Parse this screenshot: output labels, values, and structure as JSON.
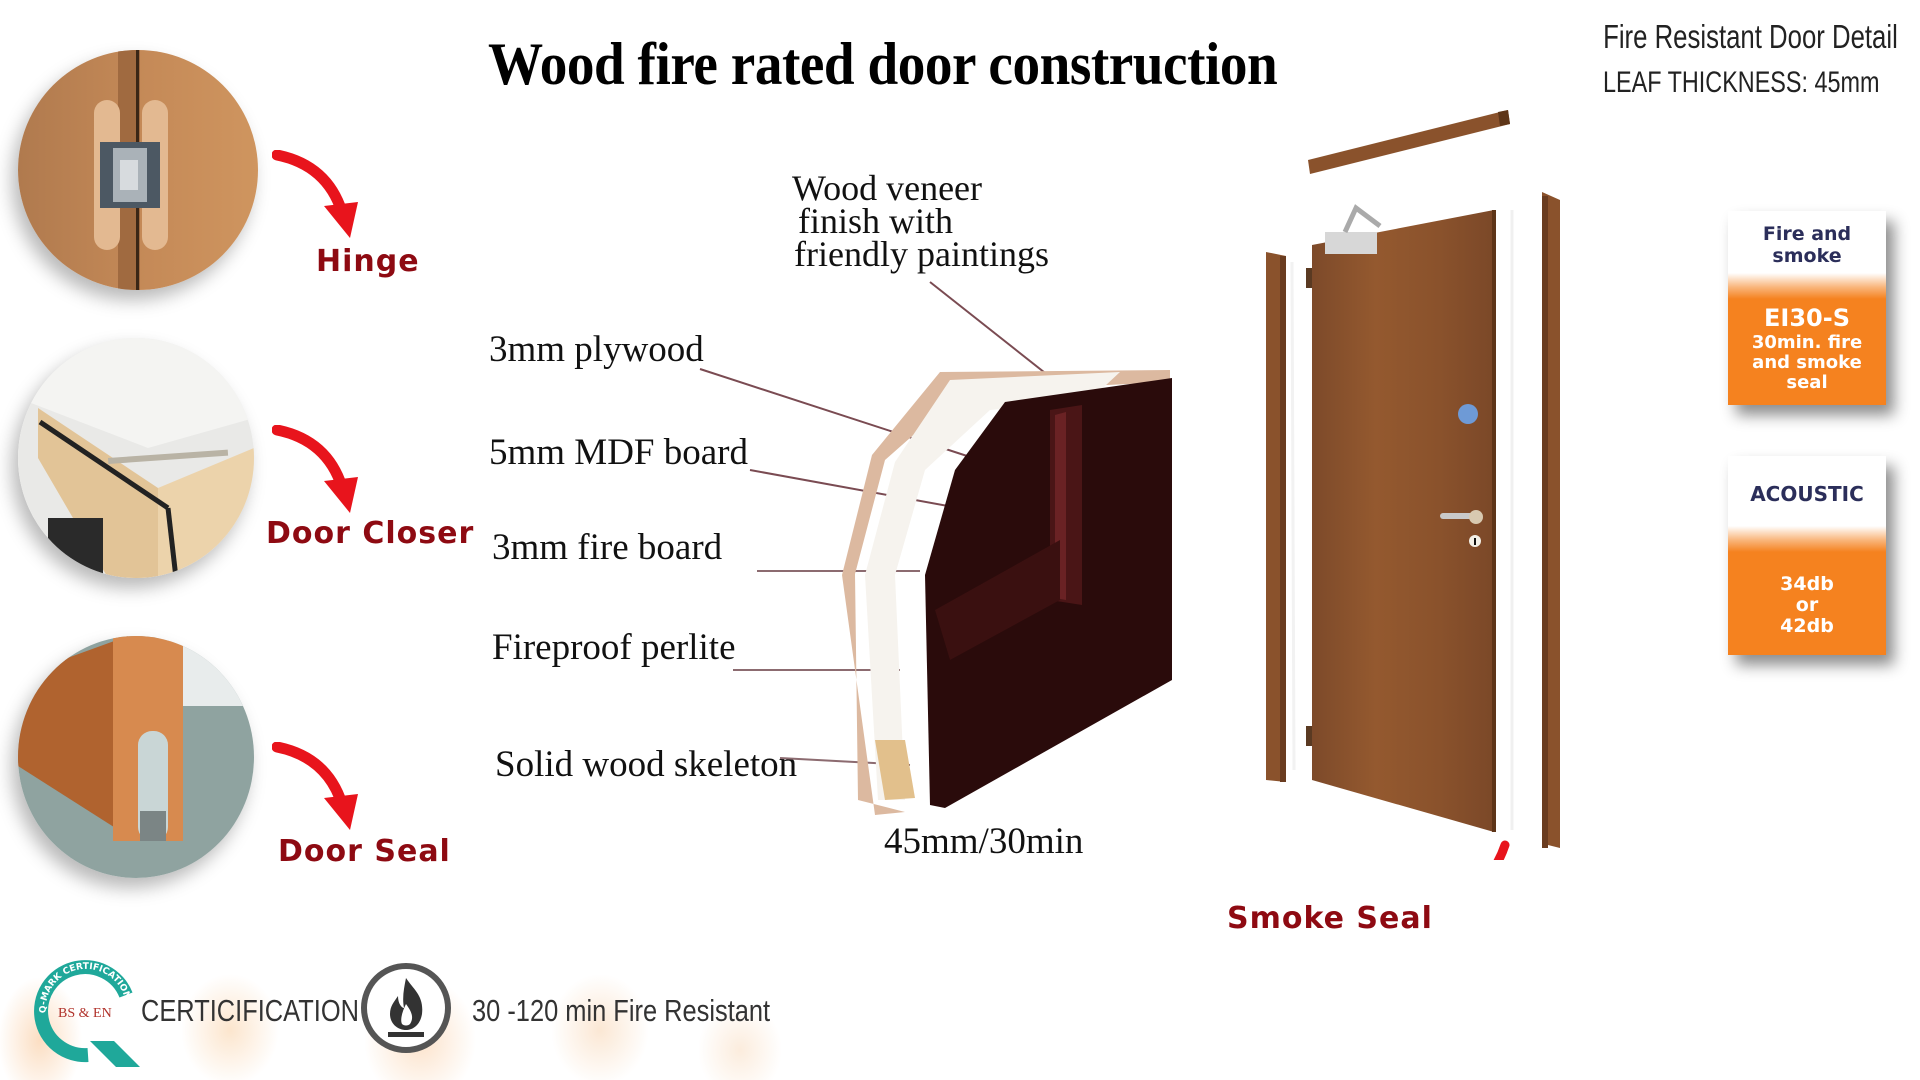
{
  "title": "Wood fire rated door construction",
  "header_right": {
    "line1": "Fire Resistant Door Detail",
    "line2": "LEAF THICKNESS: 45mm"
  },
  "features": [
    {
      "label": "Hinge",
      "icon": "hinge-photo"
    },
    {
      "label": "Door Closer",
      "icon": "door-closer-photo"
    },
    {
      "label": "Door Seal",
      "icon": "door-seal-photo"
    }
  ],
  "layers": {
    "veneer": [
      "Wood veneer",
      "finish with",
      "friendly paintings"
    ],
    "items": [
      "3mm plywood",
      "5mm MDF board",
      "3mm fire board",
      "Fireproof perlite",
      "Solid wood skeleton"
    ],
    "thickness_caption": "45mm/30min"
  },
  "door": {
    "smoke_seal_label": "Smoke Seal"
  },
  "cards": [
    {
      "heading": [
        "Fire and",
        "smoke"
      ],
      "rating": "EI30-S",
      "detail": [
        "30min. fire",
        "and smoke",
        "seal"
      ]
    },
    {
      "heading": [
        "ACOUSTIC"
      ],
      "rating": "",
      "detail": [
        "34db",
        "or",
        "42db"
      ]
    }
  ],
  "footer": {
    "logo_arc_text": "Q-MARK CERTIFICATION",
    "logo_inner_text": "BS & EN",
    "certification_label": "CERTICIFICATION",
    "fire_resistance_label": "30 -120 min Fire Resistant"
  },
  "colors": {
    "label_red": "#8e0a12",
    "arrow_red": "#e8141c",
    "card_orange": "#f5821f",
    "card_heading": "#2b2e5a",
    "wood": "#8a5230",
    "logo_teal": "#1fa89a"
  }
}
